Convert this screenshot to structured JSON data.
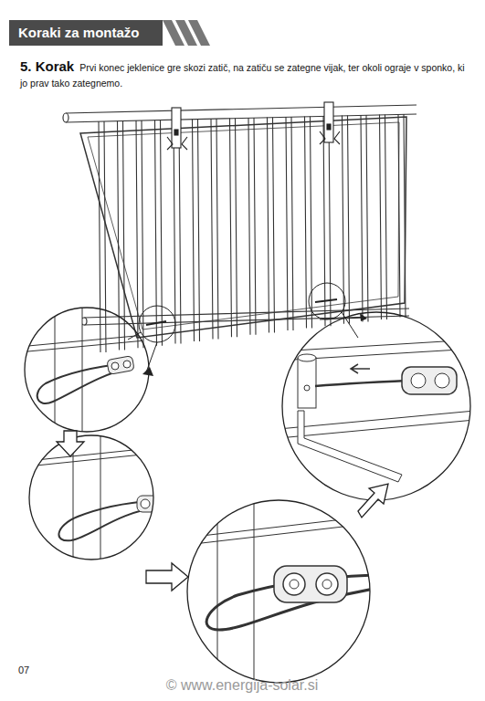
{
  "diagram": {
    "nodes": [
      {
        "text": [
          "Koraki za montažo"
        ]
      }
    ],
    "labels": [
      "5. Korak",
      "Prvi konec jeklenice gre skozi zatič, na zatiču se zategne vijak, ter okoli ograje v sponko, ki jo prav tako zategnemo.",
      "07",
      "© www.energija-solar.si"
    ]
  }
}
